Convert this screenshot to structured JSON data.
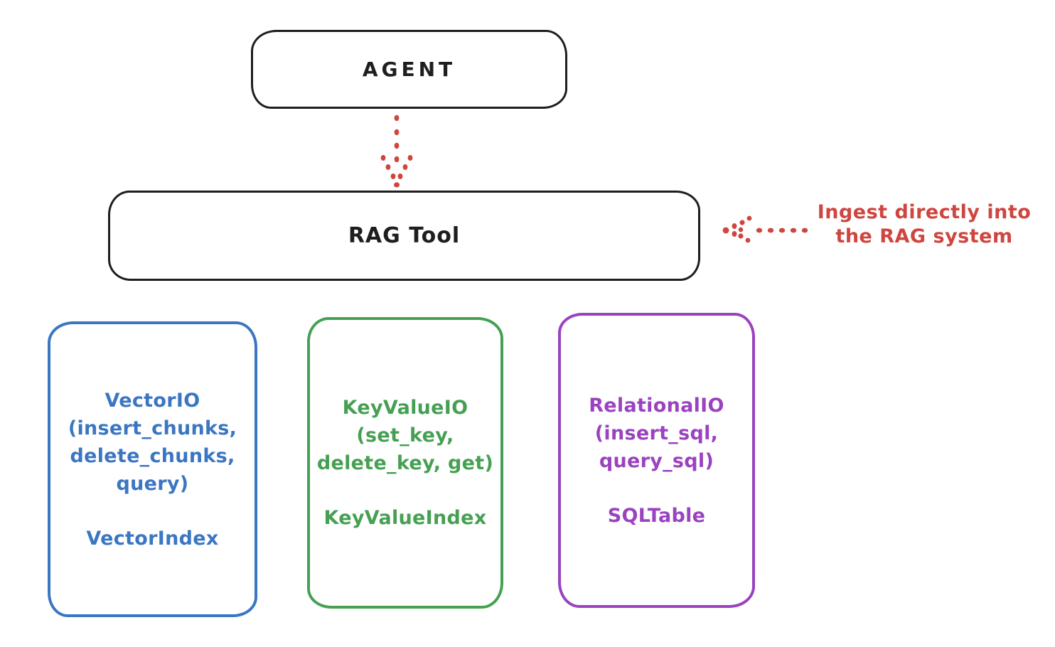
{
  "diagram": {
    "nodes": {
      "agent": {
        "label": "AGENT"
      },
      "rag_tool": {
        "label": "RAG Tool"
      },
      "vector": {
        "io_lines": [
          "VectorIO",
          "(insert_chunks,",
          "delete_chunks,",
          "query)"
        ],
        "index_label": "VectorIndex"
      },
      "keyvalue": {
        "io_lines": [
          "KeyValueIO",
          "(set_key,",
          "delete_key, get)"
        ],
        "index_label": "KeyValueIndex"
      },
      "relational": {
        "io_lines": [
          "RelationalIO",
          "(insert_sql,",
          "query_sql)"
        ],
        "index_label": "SQLTable"
      }
    },
    "annotation": {
      "line1": "Ingest directly into",
      "line2": "the RAG system"
    },
    "arrows": [
      {
        "name": "agent-to-rag-tool",
        "style": "dotted",
        "direction": "down"
      },
      {
        "name": "annotation-to-rag-tool",
        "style": "dotted",
        "direction": "left"
      }
    ]
  },
  "colors": {
    "ink": "#1e1e1e",
    "red": "#cf453f",
    "blue": "#3b76c2",
    "green": "#46a053",
    "purple": "#9b42c0",
    "background": "#ffffff"
  }
}
